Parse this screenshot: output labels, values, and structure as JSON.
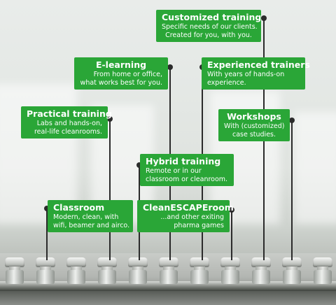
{
  "colors": {
    "label_bg": "#2aa637",
    "label_text": "#ffffff",
    "connector": "#2b2b2b"
  },
  "trainings": [
    {
      "title": "Customized training",
      "lines": [
        "Specific needs of our clients.",
        "Created for you, with you."
      ]
    },
    {
      "title": "E-learning",
      "lines": [
        "From home or office,",
        "what works best for you."
      ]
    },
    {
      "title": "Experienced trainers",
      "lines": [
        "With years of hands-on",
        "experience."
      ]
    },
    {
      "title": "Practical training",
      "lines": [
        "Labs and hands-on,",
        "real-life cleanrooms."
      ]
    },
    {
      "title": "Workshops",
      "lines": [
        "With (customized)",
        "case studies."
      ]
    },
    {
      "title": "Hybrid training",
      "lines": [
        "Remote or in our",
        "classroom or cleanroom."
      ]
    },
    {
      "title": "Classroom",
      "lines": [
        "Modern, clean, with",
        "wifi, beamer and airco."
      ]
    },
    {
      "title": "CleanESCAPEroom",
      "lines": [
        "...and other exiting",
        "pharma games"
      ]
    }
  ]
}
